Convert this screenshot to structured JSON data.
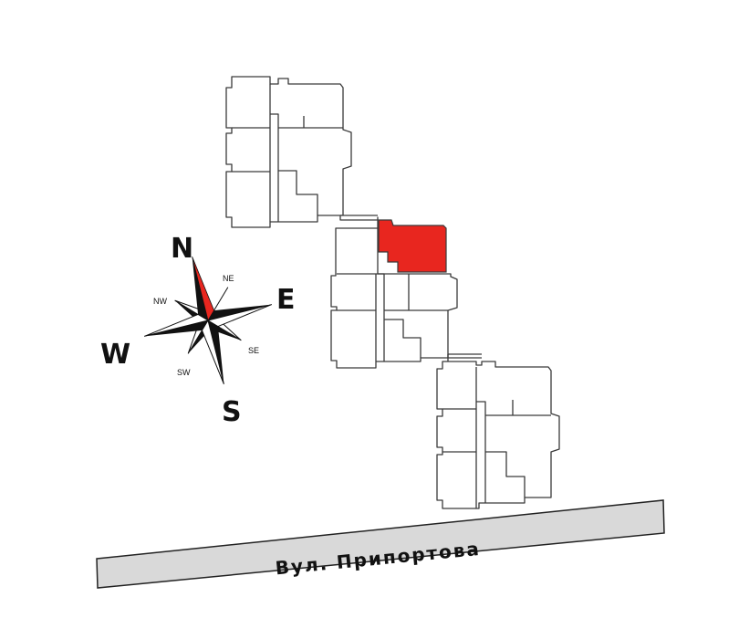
{
  "map": {
    "street_name": "Вул. Припортова",
    "colors": {
      "background": "#ffffff",
      "outline": "#3a3a3a",
      "highlight": "#e8261f",
      "road": "#d9d9d9",
      "compass_dark": "#111111",
      "compass_north": "#e8261f"
    }
  },
  "compass": {
    "north": "N",
    "east": "E",
    "south": "S",
    "west": "W",
    "northeast": "NE",
    "northwest": "NW",
    "southeast": "SE",
    "southwest": "SW"
  },
  "building": {
    "selected_unit": "highlighted-apartment"
  }
}
